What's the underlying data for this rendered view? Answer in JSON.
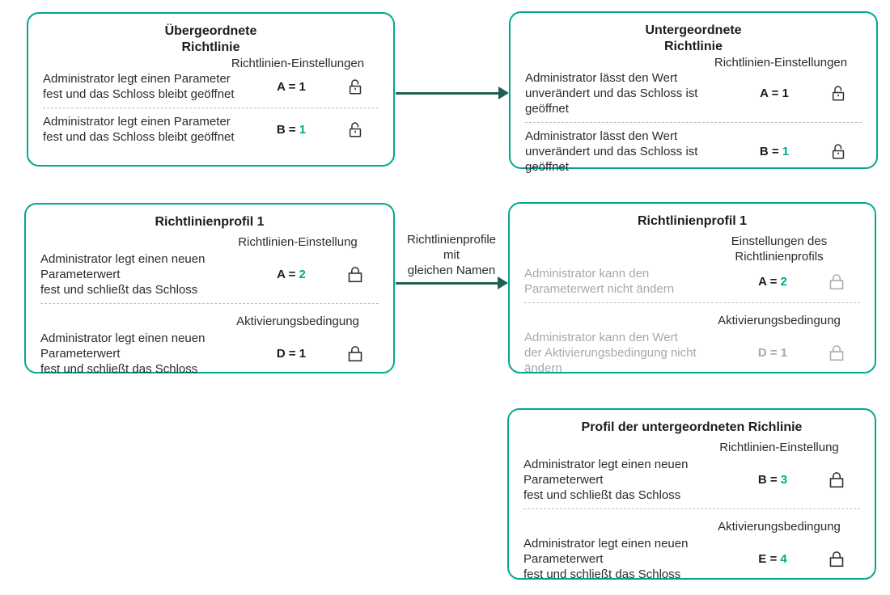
{
  "colors": {
    "accent": "#00A88E",
    "arrow": "#215E53",
    "text": "#2B2B2B",
    "muted_text": "#A8A8A8",
    "divider": "#BDBDBD",
    "background": "#FFFFFF"
  },
  "boxes": {
    "parent": {
      "title1": "Übergeordnete",
      "title2": "Richtlinie",
      "rows": [
        {
          "label1": "Richtlinien-Einstellungen",
          "d1": "Administrator legt einen Parameter",
          "d2": "fest und das Schloss bleibt geöffnet",
          "param": "A =",
          "value": "1",
          "icon": "open-lock-icon"
        },
        {
          "d1": "Administrator legt einen Parameter",
          "d2": "fest und das Schloss bleibt geöffnet",
          "param": "B =",
          "value": "1",
          "icon": "open-lock-icon"
        }
      ]
    },
    "child": {
      "title1": "Untergeordnete",
      "title2": "Richtlinie",
      "rows": [
        {
          "label1": "Richtlinien-Einstellungen",
          "d1": "Administrator lässt den Wert",
          "d2": "unverändert und das Schloss ist",
          "d3": "geöffnet",
          "param": "A =",
          "value": "1",
          "icon": "open-lock-icon"
        },
        {
          "d1": "Administrator lässt den Wert",
          "d2": "unverändert und das Schloss ist",
          "d3": "geöffnet",
          "param": "B =",
          "value": "1",
          "icon": "open-lock-icon"
        }
      ]
    },
    "profile1": {
      "title1": "Richtlinienprofil 1",
      "rows": [
        {
          "label1": "Richtlinien-Einstellung",
          "d1": "Administrator legt einen neuen",
          "d2": "Parameterwert",
          "d3": "fest und schließt das Schloss",
          "param": "A =",
          "value": "2",
          "icon": "lock-icon"
        },
        {
          "label1": "Aktivierungsbedingung",
          "d1": "Administrator legt einen neuen",
          "d2": "Parameterwert",
          "d3": "fest und schließt das Schloss",
          "param": "D =",
          "value": "1",
          "icon": "lock-icon"
        }
      ]
    },
    "profile1_child": {
      "title1": "Richtlinienprofil 1",
      "rows": [
        {
          "label1": "Einstellungen des",
          "label2": "Richtlinienprofils",
          "d1": "Administrator kann den",
          "d2": "Parameterwert nicht ändern",
          "param": "A =",
          "value": "2",
          "icon": "lock-icon"
        },
        {
          "label1": "Aktivierungsbedingung",
          "d1": "Administrator kann den Wert",
          "d2": "der Aktivierungsbedingung nicht",
          "d3": "ändern",
          "param": "D =",
          "value": "1",
          "icon": "lock-icon"
        }
      ]
    },
    "child_profile": {
      "title1": "Profil der untergeordneten Richlinie",
      "rows": [
        {
          "label1": "Richtlinien-Einstellung",
          "d1": "Administrator legt einen neuen",
          "d2": "Parameterwert",
          "d3": "fest und schließt das Schloss",
          "param": "B =",
          "value": "3",
          "icon": "lock-icon"
        },
        {
          "label1": "Aktivierungsbedingung",
          "d1": "Administrator legt einen neuen",
          "d2": "Parameterwert",
          "d3": "fest und schließt das Schloss",
          "param": "E =",
          "value": "4",
          "icon": "lock-icon"
        }
      ]
    }
  },
  "arrows": {
    "parent_to_child": {
      "label": ""
    },
    "profile_to_profile": {
      "label1": "Richtlinienprofile",
      "label2": "mit",
      "label3": "gleichen Namen"
    }
  }
}
